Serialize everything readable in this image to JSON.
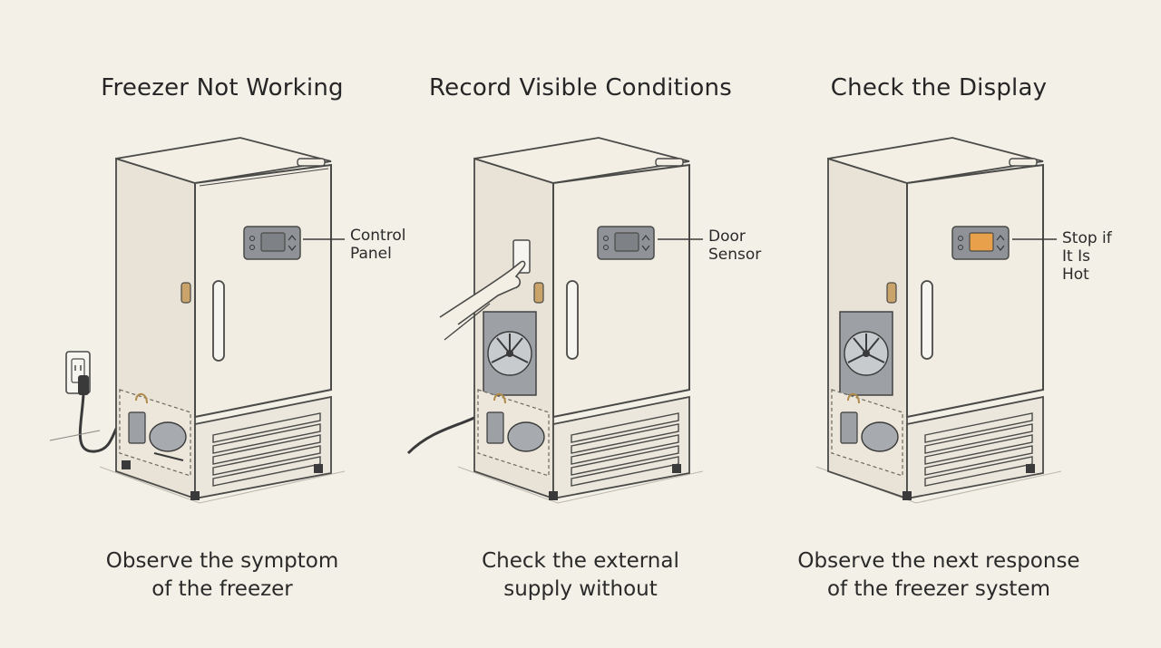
{
  "panels": [
    {
      "title": "Freezer Not Working",
      "callout": [
        "Control",
        "Panel"
      ],
      "caption": [
        "Observe the symptom",
        "of the freezer"
      ]
    },
    {
      "title": "Record Visible Conditions",
      "callout": [
        "Door",
        "Sensor"
      ],
      "caption": [
        "Check the external",
        "supply without"
      ]
    },
    {
      "title": "Check the Display",
      "callout": [
        "Stop if",
        "It Is Hot"
      ],
      "caption": [
        "Observe the next response",
        "of the freezer system"
      ]
    }
  ],
  "colors": {
    "background": "#f3f0e7",
    "cabinet": "#f1ede2",
    "outline": "#4a4a48",
    "panel_gray": "#8f9296",
    "display_off": "#7e8185",
    "display_hot": "#e9a04a",
    "sensor": "#c9a36a"
  },
  "icons": [
    "wall-outlet-icon",
    "compressor-icon",
    "fan-icon",
    "hand-icon",
    "control-panel-icon",
    "door-sensor-icon"
  ]
}
